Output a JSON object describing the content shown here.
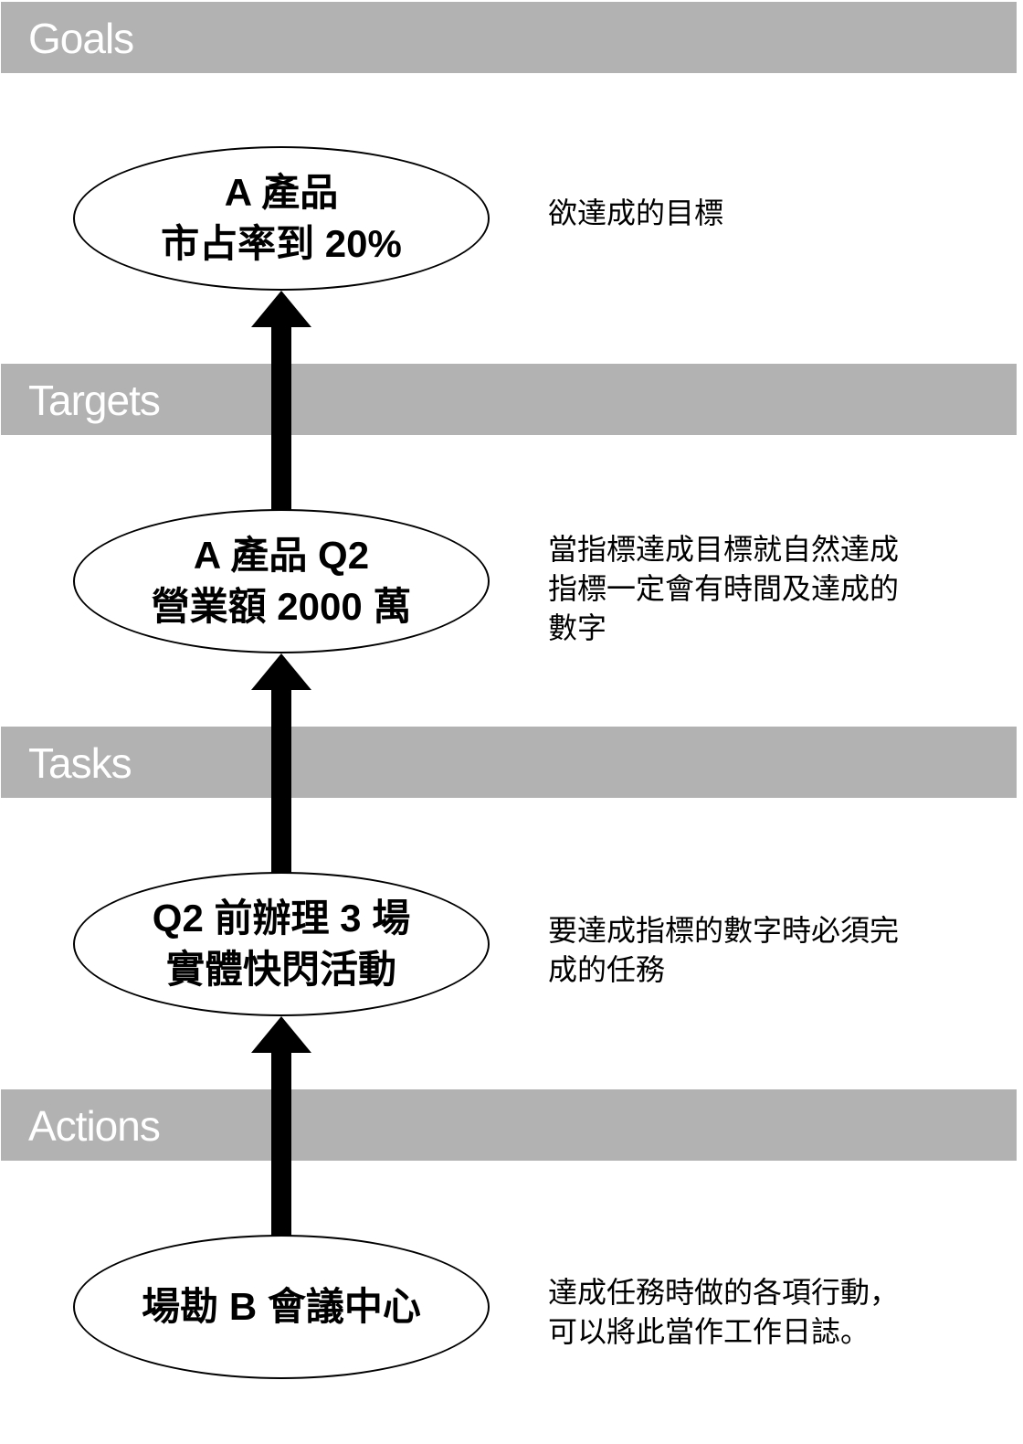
{
  "bands": [
    {
      "label": "Goals"
    },
    {
      "label": "Targets"
    },
    {
      "label": "Tasks"
    },
    {
      "label": "Actions"
    }
  ],
  "nodes": [
    {
      "lines": [
        "A 產品",
        "市占率到 20%"
      ],
      "description": [
        "欲達成的目標"
      ]
    },
    {
      "lines": [
        "A 產品 Q2",
        "營業額 2000 萬"
      ],
      "description": [
        "當指標達成目標就自然達成",
        "指標一定會有時間及達成的",
        "數字"
      ]
    },
    {
      "lines": [
        "Q2 前辦理 3 場",
        "實體快閃活動"
      ],
      "description": [
        "要達成指標的數字時必須完",
        "成的任務"
      ]
    },
    {
      "lines": [
        "場勘 B 會議中心"
      ],
      "description": [
        "達成任務時做的各項行動，",
        "可以將此當作工作日誌。"
      ]
    }
  ],
  "colors": {
    "band": "#b2b2b2",
    "band_text": "#ffffff",
    "arrow": "#000000"
  }
}
